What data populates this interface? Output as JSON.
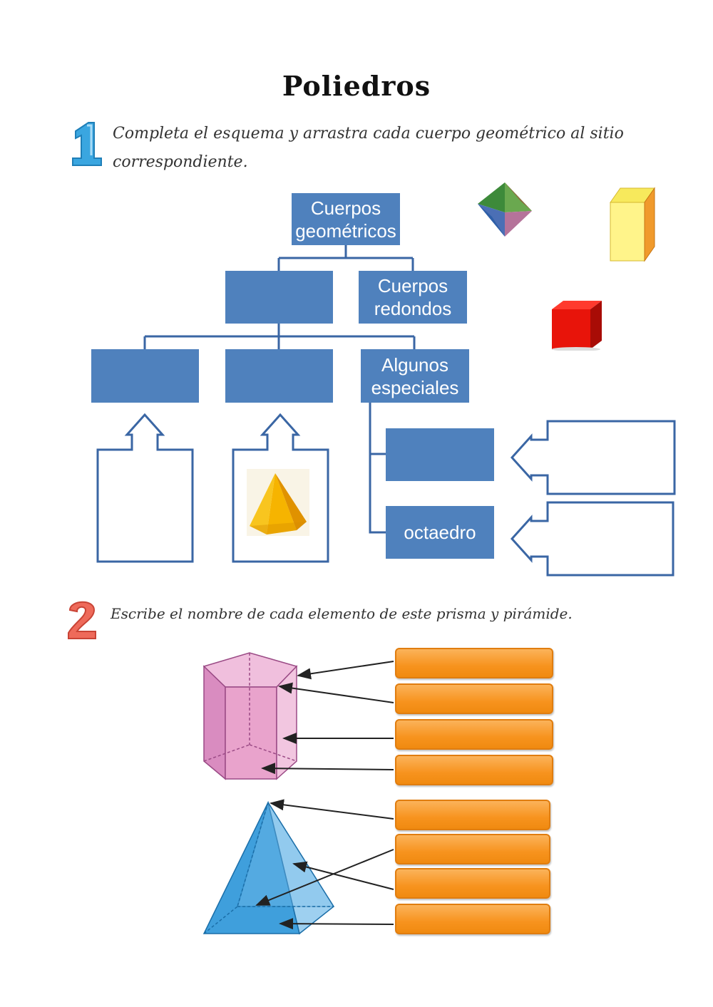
{
  "page": {
    "title": "Poliedros"
  },
  "exercise1": {
    "number": "1",
    "instruction": "Completa el esquema y arrastra cada cuerpo geométrico al sitio correspondiente.",
    "diagram": {
      "root": "Cuerpos geométricos",
      "level2": [
        "",
        "Cuerpos redondos"
      ],
      "level3": [
        "",
        "",
        "Algunos especiales"
      ],
      "special_items": [
        "",
        "octaedro"
      ]
    },
    "draggable_shapes": [
      "octahedron-shape",
      "yellow-prism-shape",
      "red-cube-shape"
    ],
    "drop_targets": [
      "prism-drop-target",
      "pyramid-drop-target",
      "special-drop-target-1",
      "special-drop-target-2"
    ]
  },
  "exercise2": {
    "number": "2",
    "instruction": "Escribe el nombre de cada elemento de este prisma y pirámide.",
    "prism_answers": [
      "",
      "",
      "",
      ""
    ],
    "pyramid_answers": [
      "",
      "",
      "",
      ""
    ]
  },
  "colors": {
    "box_blue": "#4f81bd",
    "answer_orange": "#f7931e",
    "number1_blue": "#3aa6e0",
    "number2_red": "#ee6a5a",
    "prism_pink": "#e9a3cc",
    "pyramid_blue": "#4aa8e0"
  }
}
